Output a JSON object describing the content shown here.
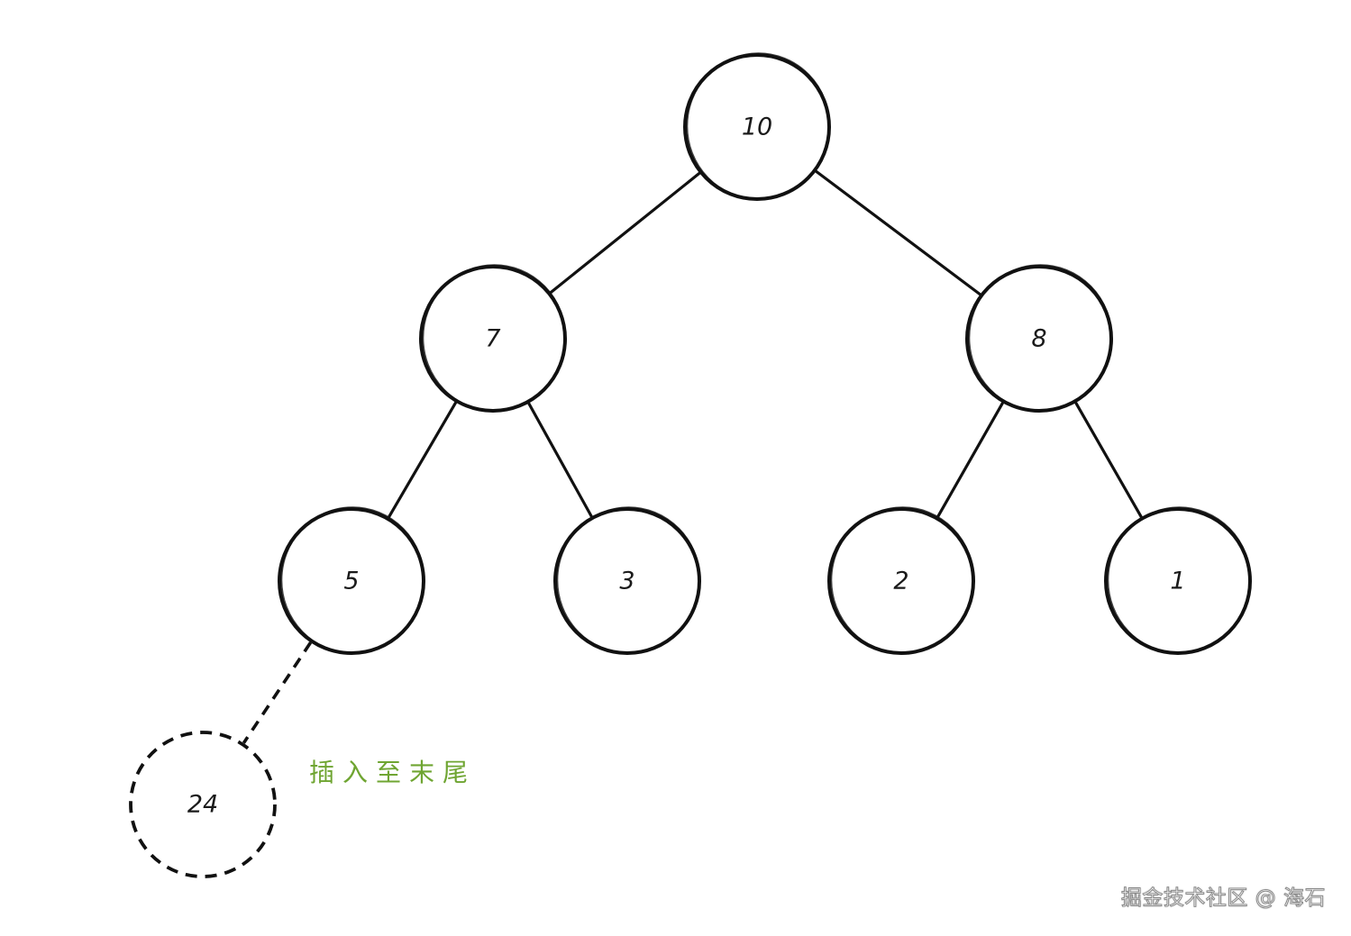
{
  "tree": {
    "nodes": [
      {
        "id": "n10",
        "label": "10"
      },
      {
        "id": "n7",
        "label": "7"
      },
      {
        "id": "n8",
        "label": "8"
      },
      {
        "id": "n5",
        "label": "5"
      },
      {
        "id": "n3",
        "label": "3"
      },
      {
        "id": "n2",
        "label": "2"
      },
      {
        "id": "n1",
        "label": "1"
      },
      {
        "id": "n24",
        "label": "24",
        "style": "dashed"
      }
    ],
    "edges": [
      {
        "from": "n10",
        "to": "n7"
      },
      {
        "from": "n10",
        "to": "n8"
      },
      {
        "from": "n7",
        "to": "n5"
      },
      {
        "from": "n7",
        "to": "n3"
      },
      {
        "from": "n8",
        "to": "n2"
      },
      {
        "from": "n8",
        "to": "n1"
      },
      {
        "from": "n5",
        "to": "n24",
        "style": "dashed"
      }
    ]
  },
  "annotation": {
    "text": "插入至末尾",
    "color": "#6fa532"
  },
  "watermark": {
    "text": "掘金技术社区 @ 海石"
  }
}
